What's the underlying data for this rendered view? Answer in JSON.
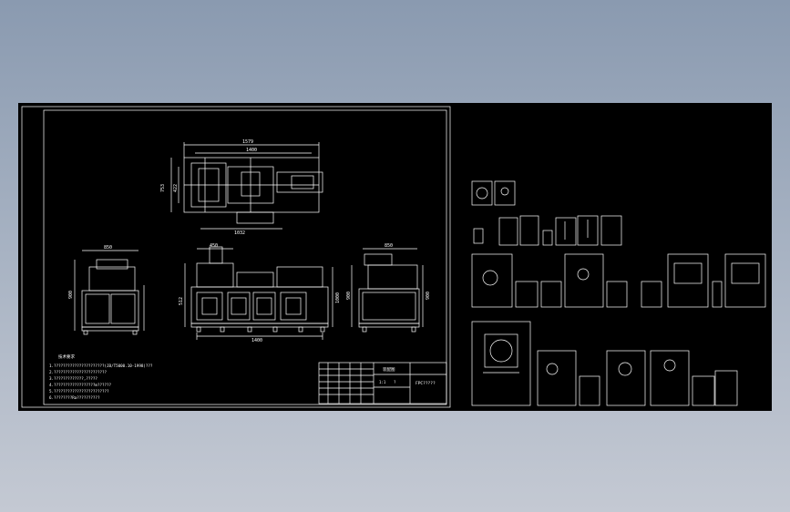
{
  "drawing": {
    "dim_top_overall": "1579",
    "dim_top_inner": "1400",
    "dim_top_bottom": "1032",
    "dim_top_left": "753",
    "dim_top_height": "422",
    "dim_side_left_top": "850",
    "dim_side_left_height": "900",
    "dim_front_top": "450",
    "dim_front_right": "1000",
    "dim_front_left": "512",
    "dim_front_bottom": "1400",
    "dim_side_right_top": "850",
    "dim_side_right_left": "900",
    "dim_side_right_height": "900",
    "notes_heading": "技术要求",
    "notes": [
      "1.??????????????????????(JB/T5000.10-1998)???",
      "2.???????????????????????",
      "3.?????????????,?????",
      "4.??????????????????m??????",
      "5.????????????????????????",
      "6.????????Ra??????????"
    ],
    "title_block": {
      "name": "装配图",
      "code": "FPC?????",
      "scale": "1:1",
      "sheet": "?"
    }
  },
  "colors": {
    "background_top": "#8a9ab0",
    "background_bottom": "#c4c9d3",
    "canvas": "#000000",
    "lines": "#ffffff"
  }
}
